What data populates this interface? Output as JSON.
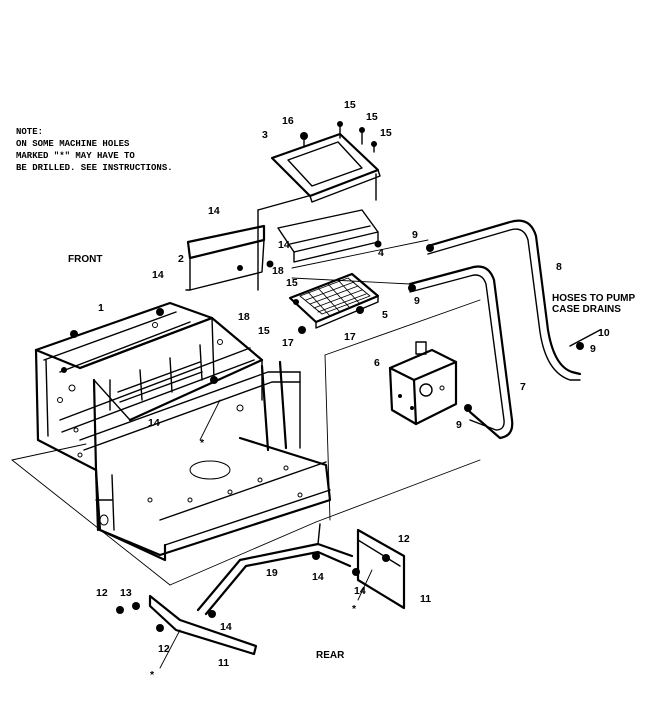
{
  "note": {
    "lines": [
      "NOTE:",
      "ON SOME MACHINE HOLES",
      "MARKED \"*\" MAY HAVE TO",
      "BE DRILLED. SEE INSTRUCTIONS."
    ]
  },
  "labels": {
    "front": "FRONT",
    "rear": "REAR",
    "hoses_line1": "HOSES TO PUMP",
    "hoses_line2": "CASE DRAINS"
  },
  "callouts": [
    "1",
    "2",
    "3",
    "4",
    "5",
    "6",
    "7",
    "8",
    "9",
    "9",
    "9",
    "9",
    "10",
    "11",
    "11",
    "12",
    "12",
    "12",
    "13",
    "14",
    "14",
    "14",
    "14",
    "14",
    "14",
    "14",
    "15",
    "15",
    "15",
    "15",
    "15",
    "16",
    "17",
    "17",
    "18",
    "18",
    "19"
  ],
  "star_marks": [
    "*",
    "*",
    "*"
  ]
}
